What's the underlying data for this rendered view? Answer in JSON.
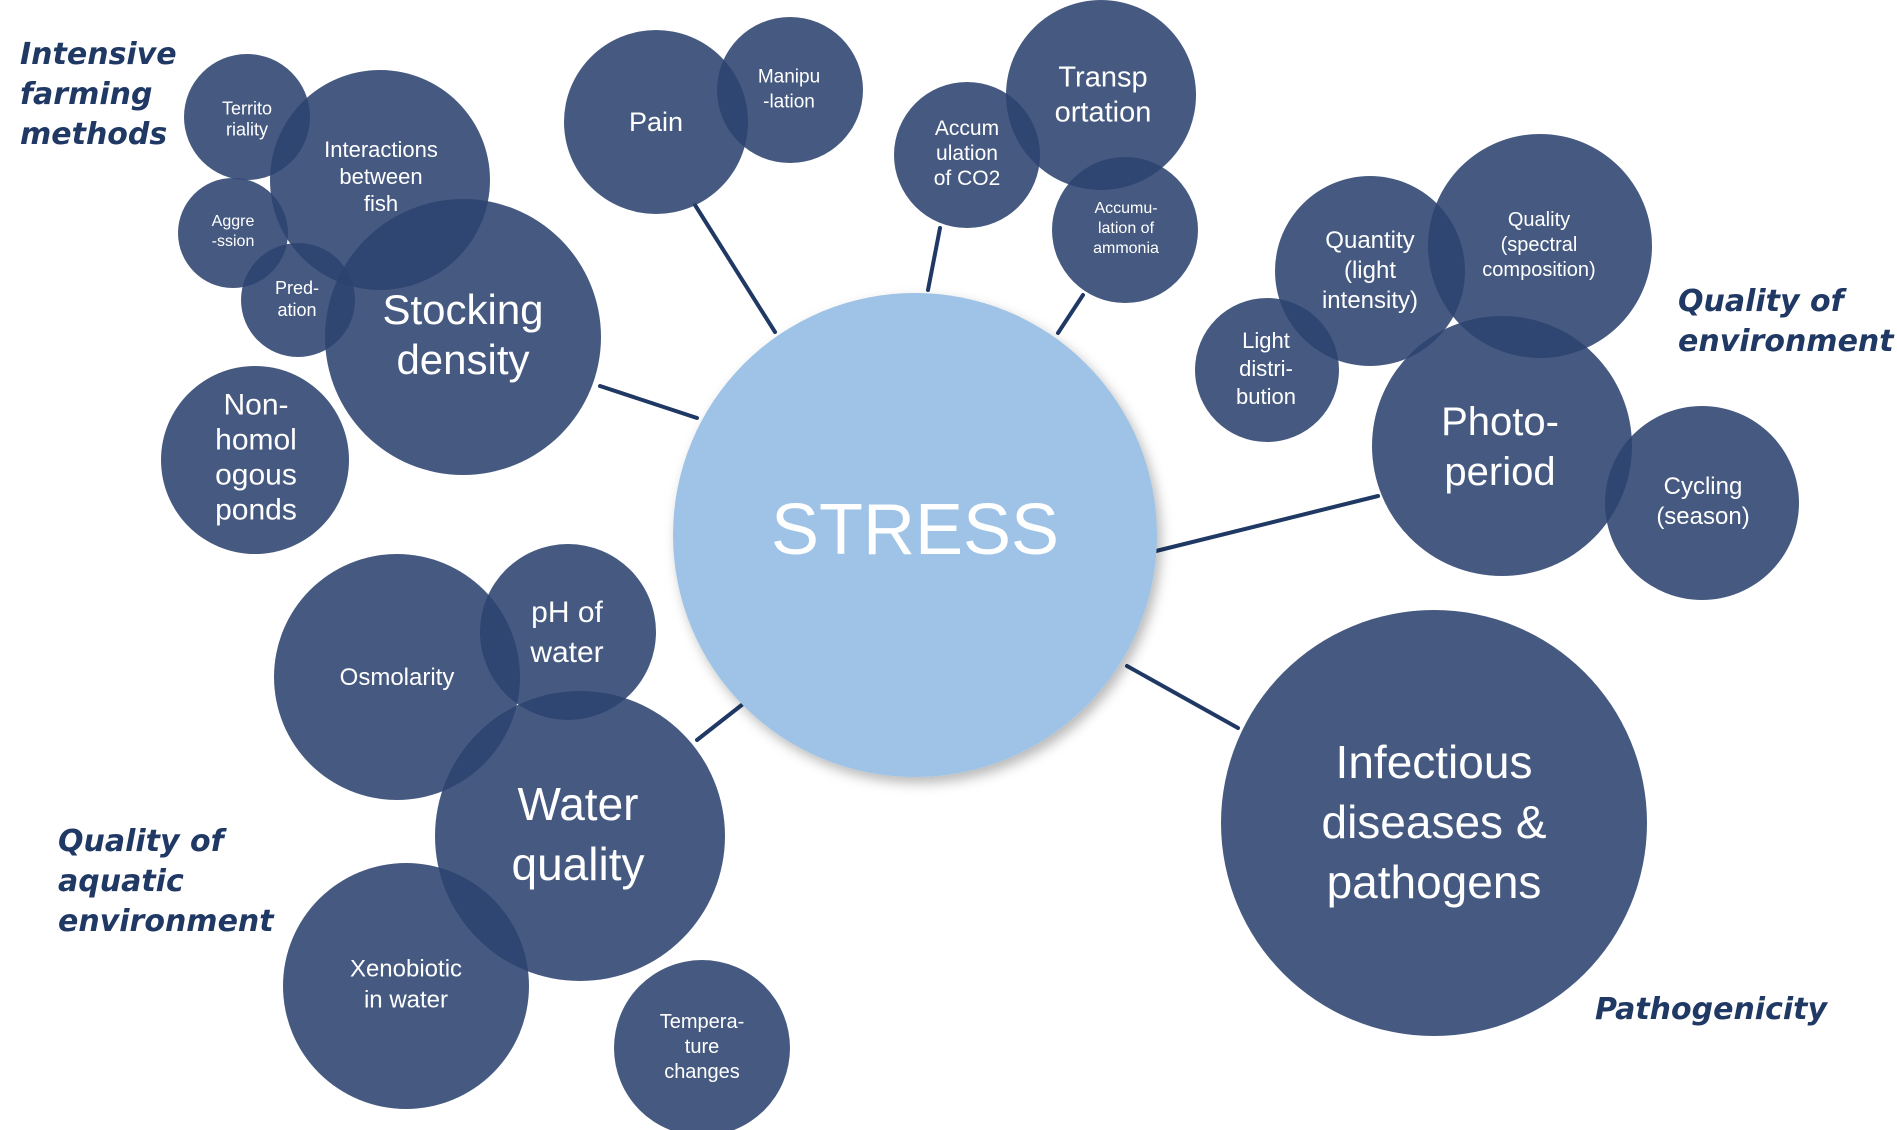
{
  "colors": {
    "bubble": "#2c4370",
    "center": "#9ec3e6",
    "line": "#1f3864",
    "label": "#1f3864"
  },
  "center": {
    "label": "STRESS"
  },
  "group_labels": {
    "intensive": "Intensive\nfarming\nmethods",
    "environment": "Quality of\nenvironment",
    "aquatic": "Quality of\naquatic\nenvironment",
    "pathogenicity": "Pathogenicity"
  },
  "bubbles": {
    "territoriality": [
      "Territo",
      "riality"
    ],
    "aggression": [
      "Aggre",
      "-ssion"
    ],
    "interactions": [
      "Interactions",
      "between",
      "fish"
    ],
    "predation": [
      "Pred-",
      "ation"
    ],
    "stocking": [
      "Stocking",
      "density"
    ],
    "nonhomologous": [
      "Non-",
      "homol",
      "ogous",
      "ponds"
    ],
    "pain": [
      "Pain"
    ],
    "manipulation": [
      "Manipu",
      "-lation"
    ],
    "co2": [
      "Accum",
      "ulation",
      "of CO2"
    ],
    "transportation": [
      "Transp",
      "ortation"
    ],
    "ammonia": [
      "Accumu-",
      "lation of",
      "ammonia"
    ],
    "quantity": [
      "Quantity",
      "(light",
      "intensity)"
    ],
    "quality": [
      "Quality",
      "(spectral",
      "composition)"
    ],
    "light_distribution": [
      "Light",
      "distri-",
      "bution"
    ],
    "photoperiod": [
      "Photo-",
      "period"
    ],
    "cycling": [
      "Cycling",
      "(season)"
    ],
    "osmolarity": [
      "Osmolarity"
    ],
    "ph": [
      "pH of",
      "water"
    ],
    "water_quality": [
      "Water",
      "quality"
    ],
    "xenobiotic": [
      "Xenobiotic",
      "in water"
    ],
    "temperature": [
      "Tempera-",
      "ture",
      "changes"
    ],
    "infectious": [
      "Infectious",
      "diseases &",
      "pathogens"
    ]
  }
}
